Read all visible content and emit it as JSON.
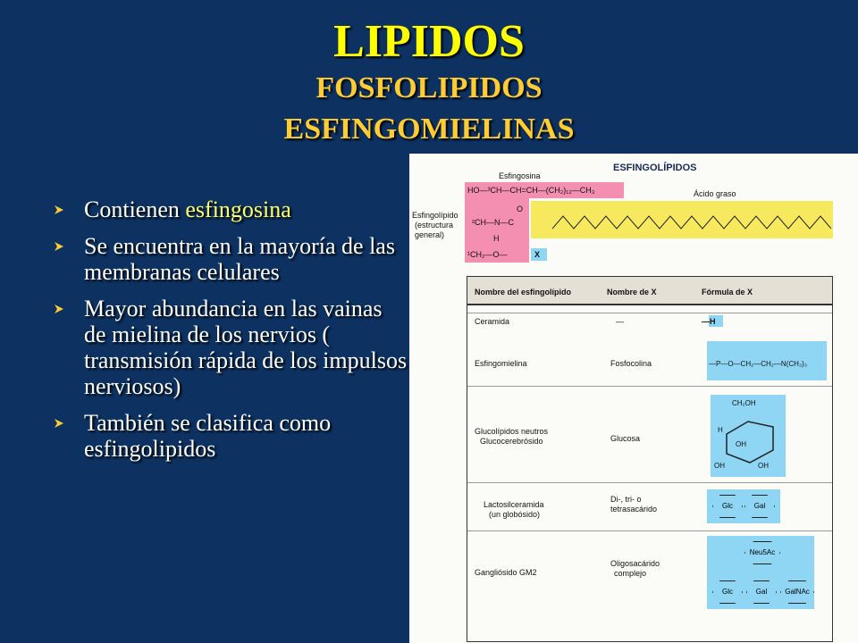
{
  "titles": {
    "main": "LIPIDOS",
    "sub1": "FOSFOLIPIDOS",
    "sub2": "ESFINGOMIELINAS"
  },
  "bullets": [
    {
      "text": "Contienen ",
      "highlight": "esfingosina"
    },
    {
      "text": "Se encuentra en la mayoría de las membranas celulares",
      "highlight": ""
    },
    {
      "text": "Mayor abundancia en las vainas de mielina de los nervios ( transmisión rápida de los impulsos nerviosos)",
      "highlight": ""
    },
    {
      "text": "También se clasifica como esfingolipidos",
      "highlight": ""
    }
  ],
  "figure": {
    "title": "ESFINGOLÍPIDOS",
    "esfingosina_label": "Esfingosina",
    "acido_graso_label": "Ácido graso",
    "side_label_1": "Esfingolípido",
    "side_label_2": "(estructura",
    "side_label_3": "general)",
    "chain_top": "HO—³CH—CH=CH—(CH₂)₁₂—CH₃",
    "nh_line": "²CH—N—C",
    "h_label": "H",
    "o_label": "O",
    "ch2_line": "¹CH₂—O—",
    "x_label": "X",
    "table_headers": [
      "Nombre del esfingolípido",
      "Nombre de X",
      "Fórmula de X"
    ],
    "rows": [
      {
        "name": "Ceramida",
        "x_name": "—",
        "formula": "—H"
      },
      {
        "name": "Esfingomielina",
        "x_name": "Fosfocolina",
        "formula": "—P—O—CH₂—CH₂—N(CH₃)₃"
      },
      {
        "name": "Glucolípidos neutros",
        "name2": "Glucocerebrósido",
        "x_name": "Glucosa",
        "formula": ""
      },
      {
        "name": "Lactosilceramida",
        "name2": "(un globósido)",
        "x_name": "Di-, tri- o",
        "x_name2": "tetrasacárido",
        "formula": ""
      },
      {
        "name": "Gangliósido GM2",
        "x_name": "Oligosacárido",
        "x_name2": "complejo",
        "formula": ""
      }
    ],
    "sugar_labels": {
      "ch2oh": "CH₂OH",
      "oh": "OH",
      "h": "H",
      "glc": "Glc",
      "gal": "Gal",
      "neu5ac": "Neu5Ac",
      "galnac": "GalNAc"
    }
  },
  "colors": {
    "background": "#0d3262",
    "title": "#ffff00",
    "subtitle": "#ffcc33",
    "highlight": "#ffff66",
    "pink": "#f48fb1",
    "yellow": "#f7e95e",
    "blue": "#8fd6f5"
  }
}
